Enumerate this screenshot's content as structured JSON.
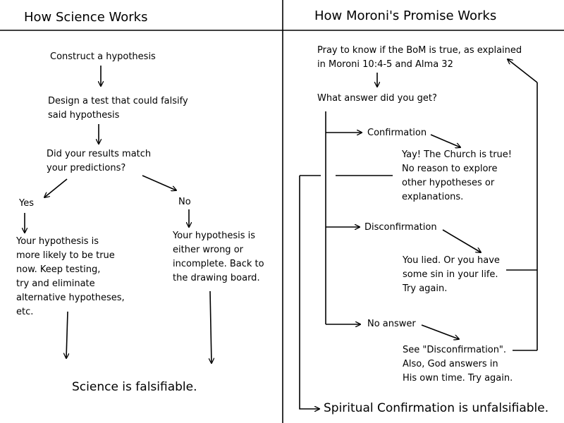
{
  "left_panel": {
    "title": "How Science Works",
    "steps": {
      "hypothesis": "Construct a hypothesis",
      "design_test": "Design a test that could falsify\nsaid hypothesis",
      "question": "Did your results match\nyour predictions?",
      "yes_label": "Yes",
      "no_label": "No",
      "yes_result": "Your hypothesis is\nmore likely to be true\nnow. Keep testing,\ntry and eliminate\nalternative hypotheses,\netc.",
      "no_result": "Your hypothesis is\neither wrong or\nincomplete. Back to\nthe drawing board."
    },
    "conclusion": "Science is falsifiable."
  },
  "right_panel": {
    "title": "How Moroni's Promise Works",
    "steps": {
      "pray": "Pray to know if the BoM is true, as explained\nin Moroni 10:4-5 and Alma 32",
      "question": "What answer did you get?",
      "confirmation_label": "Confirmation",
      "confirmation_result": "Yay! The Church is true!\nNo reason to explore\nother hypotheses or\nexplanations.",
      "disconfirmation_label": "Disconfirmation",
      "disconfirmation_result": "You lied. Or you have\nsome sin in your life.\nTry again.",
      "no_answer_label": "No answer",
      "no_answer_result": "See \"Disconfirmation\".\nAlso, God answers in\nHis own time. Try again."
    },
    "conclusion": "Spiritual Confirmation is unfalsifiable."
  }
}
